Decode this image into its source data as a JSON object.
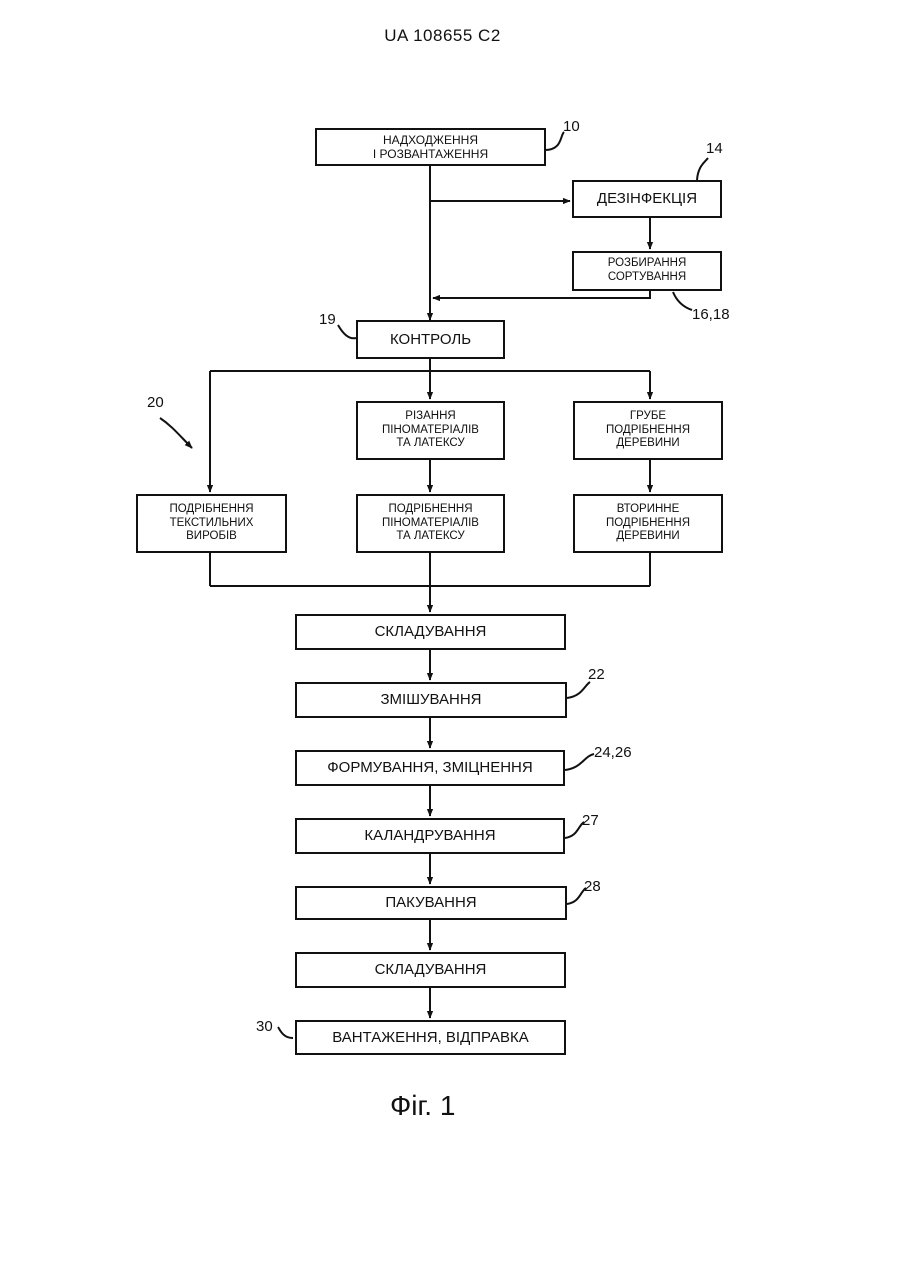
{
  "header": {
    "doc_id": "UA   108655   C2"
  },
  "boxes": {
    "receiving": "НАДХОДЖЕННЯ\nІ РОЗВАНТАЖЕННЯ",
    "disinfection": "ДЕЗІНФЕКЦІЯ",
    "sorting": "РОЗБИРАННЯ\nСОРТУВАННЯ",
    "control": "КОНТРОЛЬ",
    "foam_cutting": "РІЗАННЯ\nПІНОМАТЕРІАЛІВ\nТА ЛАТЕКСУ",
    "wood_coarse": "ГРУБЕ\nПОДРІБНЕННЯ\nДЕРЕВИНИ",
    "textile_shredding": "ПОДРІБНЕННЯ\nТЕКСТИЛЬНИХ\nВИРОБІВ",
    "foam_shredding": "ПОДРІБНЕННЯ\nПІНОМАТЕРІАЛІВ\nТА ЛАТЕКСУ",
    "wood_secondary": "ВТОРИННЕ\nПОДРІБНЕННЯ\nДЕРЕВИНИ",
    "storage_1": "СКЛАДУВАННЯ",
    "mixing": "ЗМІШУВАННЯ",
    "forming": "ФОРМУВАННЯ, ЗМІЦНЕННЯ",
    "calendering": "КАЛАНДРУВАННЯ",
    "packing": "ПАКУВАННЯ",
    "storage_2": "СКЛАДУВАННЯ",
    "shipping": "ВАНТАЖЕННЯ, ВІДПРАВКА"
  },
  "refs": {
    "r10": "10",
    "r14": "14",
    "r16_18": "16,18",
    "r19": "19",
    "r20": "20",
    "r22": "22",
    "r24_26": "24,26",
    "r27": "27",
    "r28": "28",
    "r30": "30"
  },
  "caption": "Фіг. 1"
}
